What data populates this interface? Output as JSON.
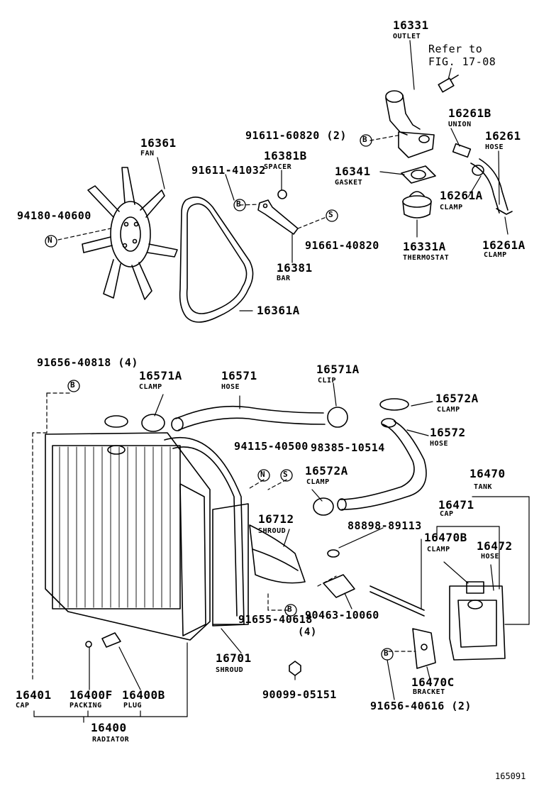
{
  "callouts": {
    "outlet": {
      "number": "16331",
      "name": "OUTLET"
    },
    "refer": {
      "line1": "Refer to",
      "line2": "FIG. 17-08"
    },
    "union": {
      "number": "16261B",
      "name": "UNION"
    },
    "hose_top": {
      "number": "16261",
      "name": "HOSE"
    },
    "bolt_outlet": {
      "number": "91611-60820 (2)"
    },
    "fan": {
      "number": "16361",
      "name": "FAN"
    },
    "spacer": {
      "number": "16381B",
      "name": "SPACER"
    },
    "bolt_spacer": {
      "number": "91611-41032"
    },
    "gasket": {
      "number": "16341",
      "name": "GASKET"
    },
    "clamp_top": {
      "number": "16261A",
      "name": "CLAMP"
    },
    "nut_fan": {
      "number": "94180-40600"
    },
    "bolt_bar": {
      "number": "91661-40820"
    },
    "thermostat": {
      "number": "16331A",
      "name": "THERMOSTAT"
    },
    "clamp_top2": {
      "number": "16261A",
      "name": "CLAMP"
    },
    "bar": {
      "number": "16381",
      "name": "BAR"
    },
    "belt": {
      "number": "16361A"
    },
    "bolt_rad": {
      "number": "91656-40818 (4)"
    },
    "clamp_571a": {
      "number": "16571A",
      "name": "CLAMP"
    },
    "hose_571": {
      "number": "16571",
      "name": "HOSE"
    },
    "clip_571a": {
      "number": "16571A",
      "name": "CLIP"
    },
    "clamp_572a": {
      "number": "16572A",
      "name": "CLAMP"
    },
    "hose_572": {
      "number": "16572",
      "name": "HOSE"
    },
    "nut_shroud": {
      "number": "94115-40500"
    },
    "clip_shroud": {
      "number": "98385-10514"
    },
    "clamp_572a_2": {
      "number": "16572A",
      "name": "CLAMP"
    },
    "tank": {
      "number": "16470",
      "name": "TANK"
    },
    "tank_cap": {
      "number": "16471",
      "name": "CAP"
    },
    "shroud_upper": {
      "number": "16712",
      "name": "SHROUD"
    },
    "clip_tank": {
      "number": "88898-89113"
    },
    "tank_clamp": {
      "number": "16470B",
      "name": "CLAMP"
    },
    "tank_hose": {
      "number": "16472",
      "name": "HOSE"
    },
    "bolt_bracket": {
      "number": "90463-10060"
    },
    "bolt_shroud": {
      "number": "91655-40618",
      "qty": "(4)"
    },
    "shroud_lower": {
      "number": "16701",
      "name": "SHROUD"
    },
    "drain_bolt": {
      "number": "90099-05151"
    },
    "bracket": {
      "number": "16470C",
      "name": "BRACKET"
    },
    "bolt_tank": {
      "number": "91656-40616 (2)"
    },
    "rad_cap": {
      "number": "16401",
      "name": "CAP"
    },
    "packing": {
      "number": "16400F",
      "name": "PACKING"
    },
    "plug": {
      "number": "16400B",
      "name": "PLUG"
    },
    "radiator": {
      "number": "16400",
      "name": "RADIATOR"
    }
  },
  "markers": {
    "B": "B",
    "N": "N",
    "S": "S"
  },
  "figure_id": "165091"
}
